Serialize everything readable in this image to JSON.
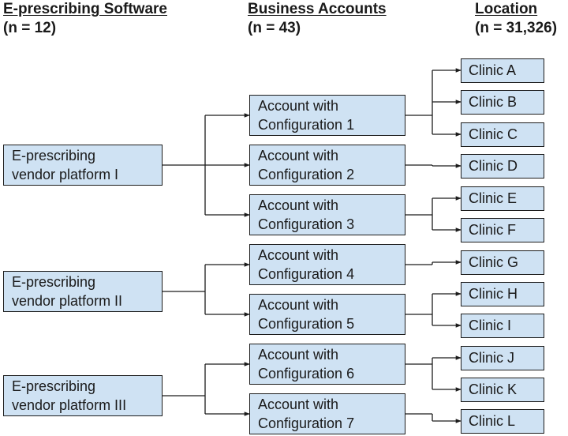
{
  "headers": {
    "software": {
      "title": "E-prescribing Software",
      "count": "(n = 12)"
    },
    "accounts": {
      "title": "Business Accounts",
      "count": "(n = 43)"
    },
    "location": {
      "title": "Location",
      "count": "(n = 31,326)"
    }
  },
  "vendors": [
    {
      "line1": "E-prescribing",
      "line2": "vendor platform I"
    },
    {
      "line1": "E-prescribing",
      "line2": "vendor platform II"
    },
    {
      "line1": "E-prescribing",
      "line2": "vendor platform III"
    }
  ],
  "accounts": [
    {
      "line1": "Account with",
      "line2": "Configuration 1"
    },
    {
      "line1": "Account with",
      "line2": "Configuration 2"
    },
    {
      "line1": "Account with",
      "line2": "Configuration 3"
    },
    {
      "line1": "Account with",
      "line2": "Configuration 4"
    },
    {
      "line1": "Account with",
      "line2": "Configuration 5"
    },
    {
      "line1": "Account with",
      "line2": "Configuration 6"
    },
    {
      "line1": "Account with",
      "line2": "Configuration 7"
    }
  ],
  "clinics": [
    "Clinic A",
    "Clinic B",
    "Clinic C",
    "Clinic D",
    "Clinic E",
    "Clinic F",
    "Clinic G",
    "Clinic H",
    "Clinic I",
    "Clinic J",
    "Clinic K",
    "Clinic L"
  ],
  "colors": {
    "box_fill": "#cfe2f3",
    "box_border": "#1c1c1c",
    "line": "#1c1c1c"
  }
}
